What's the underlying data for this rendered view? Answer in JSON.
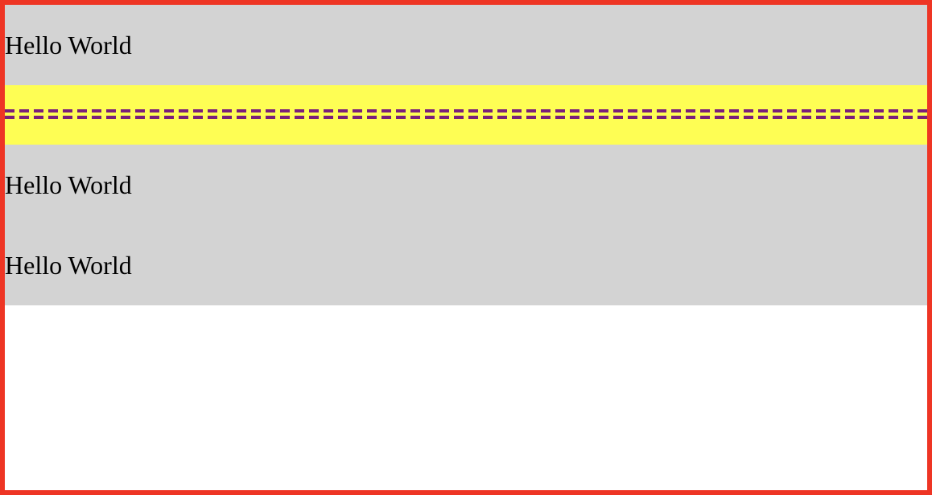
{
  "rows": [
    {
      "text": "Hello World"
    },
    {
      "text": "Hello World"
    },
    {
      "text": "Hello World"
    }
  ],
  "colors": {
    "frame_border": "#ee3524",
    "row_background": "#d3d3d3",
    "separator_background": "#fefe54",
    "dash_color": "#7a1f7a",
    "text_color": "#000000",
    "page_background": "#ffffff"
  }
}
